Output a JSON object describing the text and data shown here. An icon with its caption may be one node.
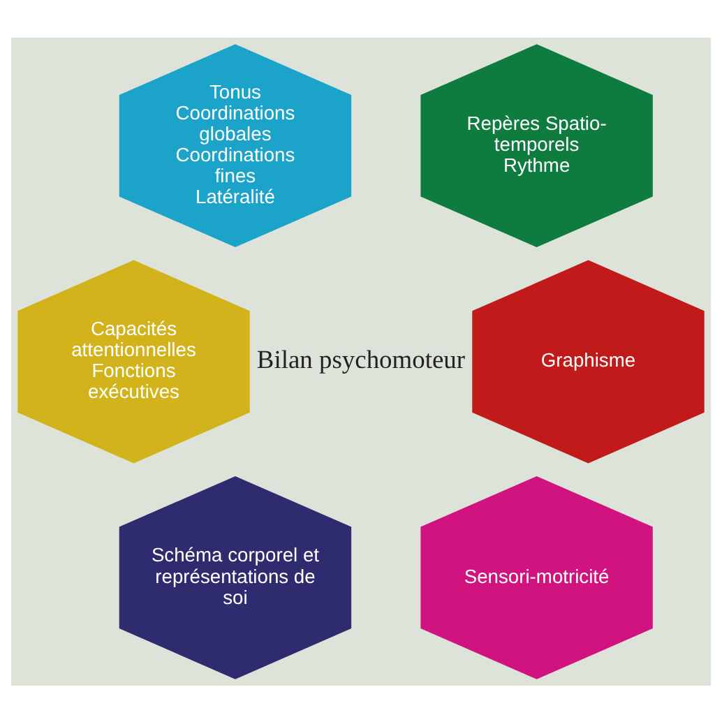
{
  "diagram": {
    "nodes": [
      {
        "text": [
          "Tonus",
          "Coordinations globales",
          "Coordinations fines",
          "Latéralité"
        ]
      },
      {
        "text": [
          "Repères Spatio-temporels",
          "Rythme"
        ]
      },
      {
        "text": [
          "Capacités attentionnelles",
          "Fonctions exécutives"
        ]
      },
      {
        "text": [
          "Graphisme"
        ]
      },
      {
        "text": [
          "Schéma corporel et représentations de soi"
        ]
      },
      {
        "text": [
          "Sensori-motricité"
        ]
      }
    ],
    "edges": [],
    "labels": [
      "Bilan psychomoteur"
    ]
  }
}
